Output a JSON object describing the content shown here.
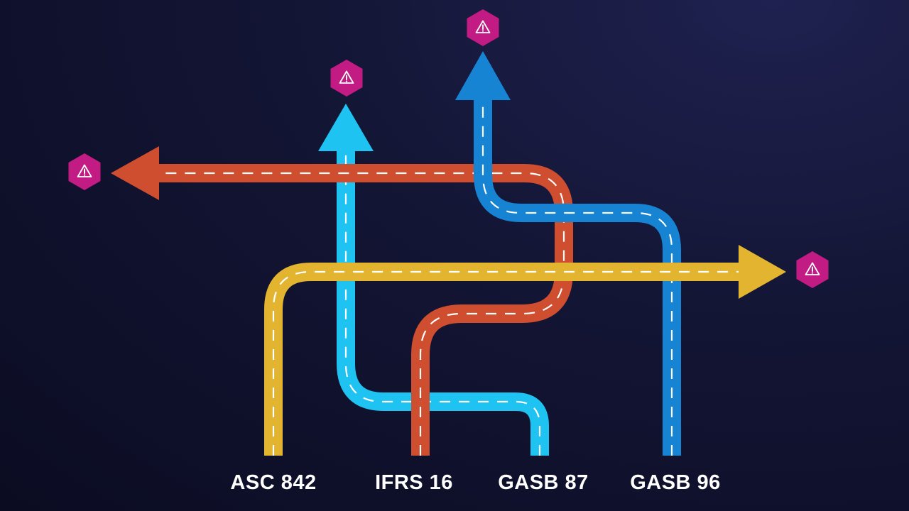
{
  "colors": {
    "asc842": "#e2b42f",
    "ifrs16": "#cf4e2f",
    "gasb87": "#1ec3f2",
    "gasb96": "#1684d2",
    "warning": "#c21b83",
    "lane_marking": "#ffffff"
  },
  "roads": [
    {
      "id": "asc842",
      "label": "ASC 842",
      "color": "#e2b42f",
      "direction": "right"
    },
    {
      "id": "ifrs16",
      "label": "IFRS 16",
      "color": "#cf4e2f",
      "direction": "left"
    },
    {
      "id": "gasb87",
      "label": "GASB 87",
      "color": "#1ec3f2",
      "direction": "up"
    },
    {
      "id": "gasb96",
      "label": "GASB 96",
      "color": "#1684d2",
      "direction": "up"
    }
  ],
  "warning_icon": "warning-triangle-icon",
  "warnings_count": 4
}
